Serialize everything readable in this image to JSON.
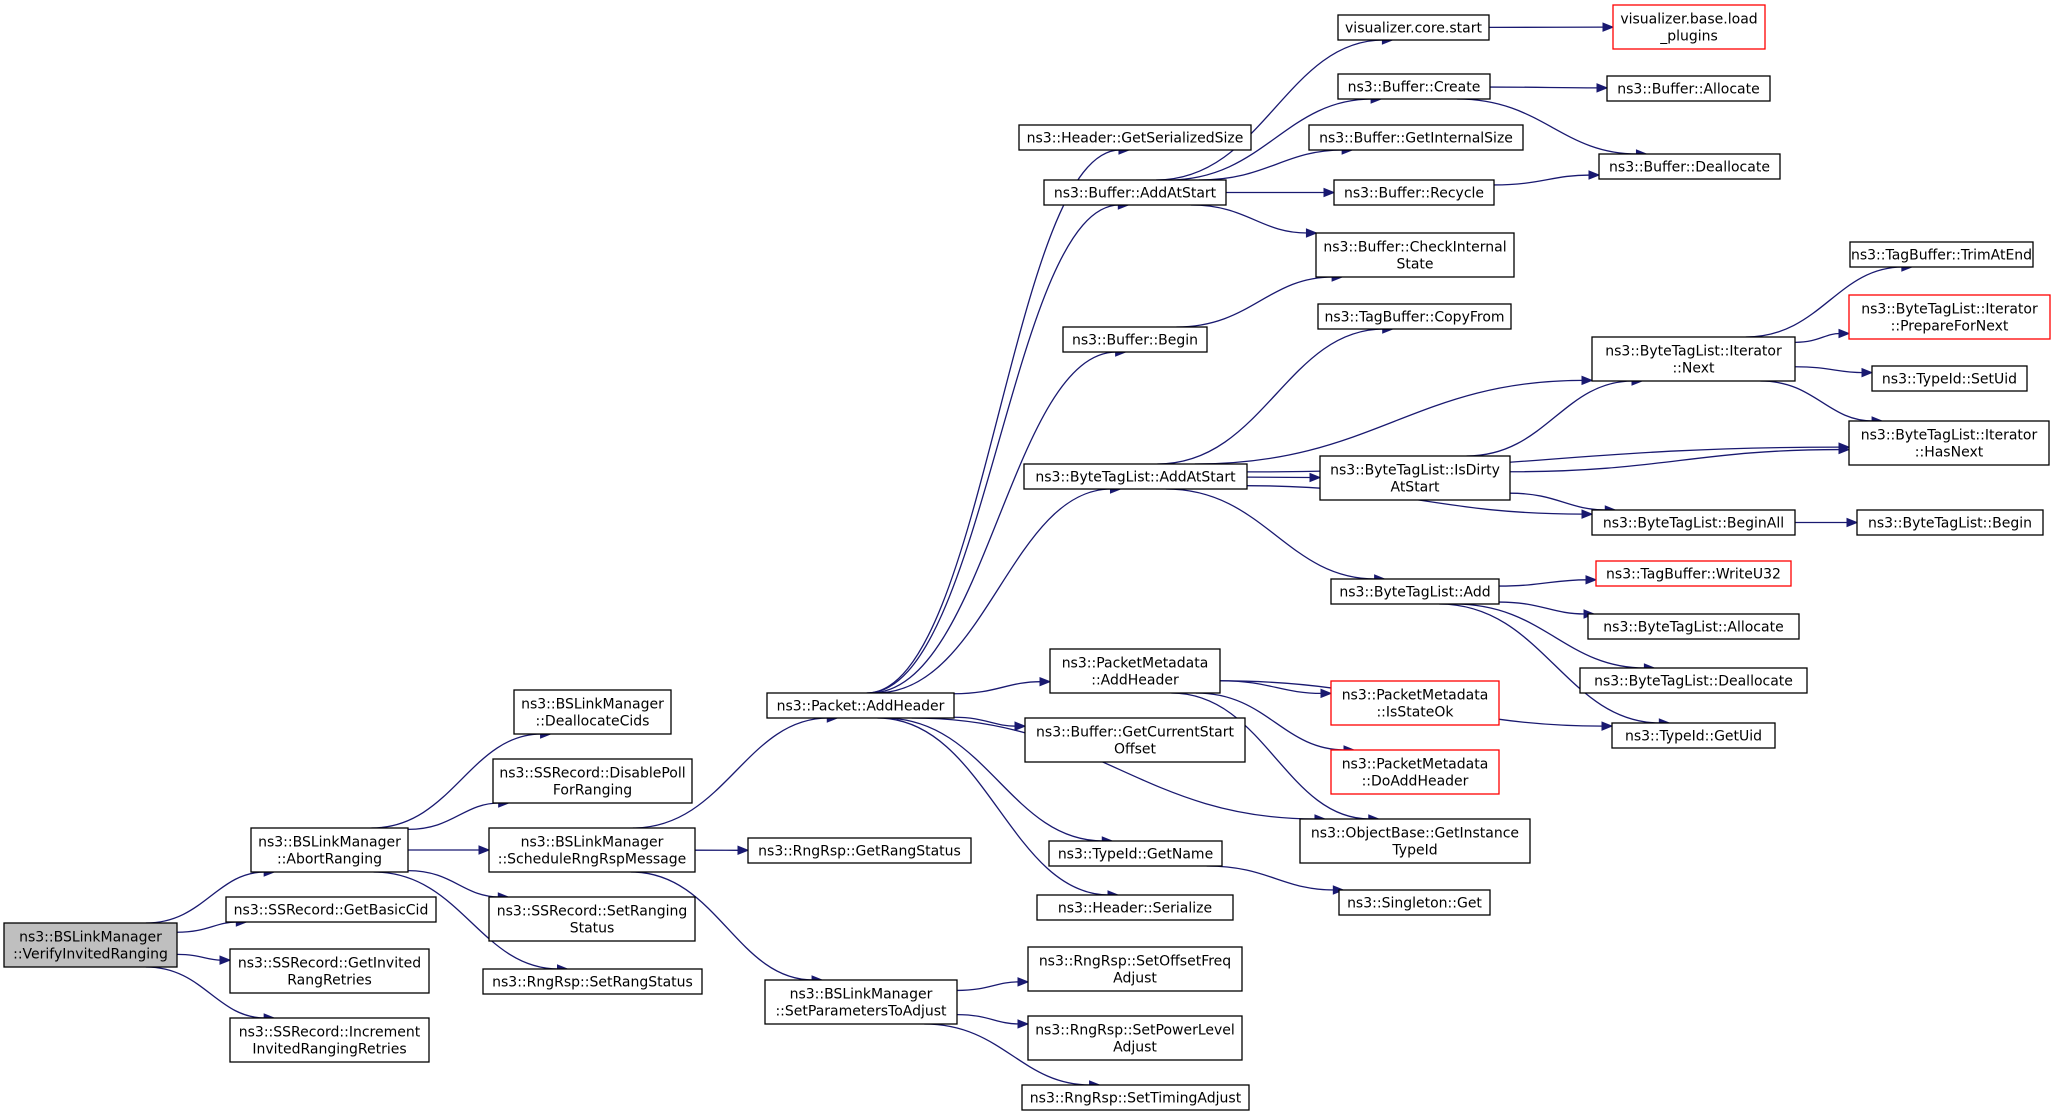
{
  "colors": {
    "edge": "#191970",
    "node_border": "#000000",
    "node_border_truncated": "#ff0000",
    "node_fill": "#ffffff",
    "root_fill": "#bfbfbf"
  },
  "nodes": [
    {
      "id": "verify",
      "lines": [
        "ns3::BSLinkManager",
        "::VerifyInvitedRanging"
      ],
      "style": "root"
    },
    {
      "id": "abort",
      "lines": [
        "ns3::BSLinkManager",
        "::AbortRanging"
      ],
      "style": "normal"
    },
    {
      "id": "getbasiccid",
      "lines": [
        "ns3::SSRecord::GetBasicCid"
      ],
      "style": "normal"
    },
    {
      "id": "getinvited",
      "lines": [
        "ns3::SSRecord::GetInvited",
        "RangRetries"
      ],
      "style": "normal"
    },
    {
      "id": "increment",
      "lines": [
        "ns3::SSRecord::Increment",
        "InvitedRangingRetries"
      ],
      "style": "normal"
    },
    {
      "id": "dealloccids",
      "lines": [
        "ns3::BSLinkManager",
        "::DeallocateCids"
      ],
      "style": "normal"
    },
    {
      "id": "disablepoll",
      "lines": [
        "ns3::SSRecord::DisablePoll",
        "ForRanging"
      ],
      "style": "normal"
    },
    {
      "id": "schedule",
      "lines": [
        "ns3::BSLinkManager",
        "::ScheduleRngRspMessage"
      ],
      "style": "normal"
    },
    {
      "id": "setrangingstatus",
      "lines": [
        "ns3::SSRecord::SetRanging",
        "Status"
      ],
      "style": "normal"
    },
    {
      "id": "setrangstatus",
      "lines": [
        "ns3::RngRsp::SetRangStatus"
      ],
      "style": "normal"
    },
    {
      "id": "addheader",
      "lines": [
        "ns3::Packet::AddHeader"
      ],
      "style": "normal"
    },
    {
      "id": "getrangstatus",
      "lines": [
        "ns3::RngRsp::GetRangStatus"
      ],
      "style": "normal"
    },
    {
      "id": "setparams",
      "lines": [
        "ns3::BSLinkManager",
        "::SetParametersToAdjust"
      ],
      "style": "normal"
    },
    {
      "id": "getserialsize",
      "lines": [
        "ns3::Header::GetSerializedSize"
      ],
      "style": "normal"
    },
    {
      "id": "bufaddatstart",
      "lines": [
        "ns3::Buffer::AddAtStart"
      ],
      "style": "normal"
    },
    {
      "id": "bufbegin",
      "lines": [
        "ns3::Buffer::Begin"
      ],
      "style": "normal"
    },
    {
      "id": "btladdatstart",
      "lines": [
        "ns3::ByteTagList::AddAtStart"
      ],
      "style": "normal"
    },
    {
      "id": "pmaddheader",
      "lines": [
        "ns3::PacketMetadata",
        "::AddHeader"
      ],
      "style": "normal"
    },
    {
      "id": "getcurstart",
      "lines": [
        "ns3::Buffer::GetCurrentStart",
        "Offset"
      ],
      "style": "normal"
    },
    {
      "id": "getname",
      "lines": [
        "ns3::TypeId::GetName"
      ],
      "style": "normal"
    },
    {
      "id": "hdrserialize",
      "lines": [
        "ns3::Header::Serialize"
      ],
      "style": "normal"
    },
    {
      "id": "setoffset",
      "lines": [
        "ns3::RngRsp::SetOffsetFreq",
        "Adjust"
      ],
      "style": "normal"
    },
    {
      "id": "setpower",
      "lines": [
        "ns3::RngRsp::SetPowerLevel",
        "Adjust"
      ],
      "style": "normal"
    },
    {
      "id": "settiming",
      "lines": [
        "ns3::RngRsp::SetTimingAdjust"
      ],
      "style": "normal"
    },
    {
      "id": "vizstart",
      "lines": [
        "visualizer.core.start"
      ],
      "style": "normal"
    },
    {
      "id": "bufcreate",
      "lines": [
        "ns3::Buffer::Create"
      ],
      "style": "normal"
    },
    {
      "id": "bufgetinternal",
      "lines": [
        "ns3::Buffer::GetInternalSize"
      ],
      "style": "normal"
    },
    {
      "id": "bufrecycle",
      "lines": [
        "ns3::Buffer::Recycle"
      ],
      "style": "normal"
    },
    {
      "id": "bufcheck",
      "lines": [
        "ns3::Buffer::CheckInternal",
        "State"
      ],
      "style": "normal"
    },
    {
      "id": "tbcopyfrom",
      "lines": [
        "ns3::TagBuffer::CopyFrom"
      ],
      "style": "normal"
    },
    {
      "id": "btlisdirty",
      "lines": [
        "ns3::ByteTagList::IsDirty",
        "AtStart"
      ],
      "style": "normal"
    },
    {
      "id": "btladd",
      "lines": [
        "ns3::ByteTagList::Add"
      ],
      "style": "normal"
    },
    {
      "id": "pmisstateok",
      "lines": [
        "ns3::PacketMetadata",
        "::IsStateOk"
      ],
      "style": "truncated"
    },
    {
      "id": "pmdoaddheader",
      "lines": [
        "ns3::PacketMetadata",
        "::DoAddHeader"
      ],
      "style": "truncated"
    },
    {
      "id": "objgettid",
      "lines": [
        "ns3::ObjectBase::GetInstance",
        "TypeId"
      ],
      "style": "normal"
    },
    {
      "id": "singletonget",
      "lines": [
        "ns3::Singleton::Get"
      ],
      "style": "normal"
    },
    {
      "id": "vizloadplugins",
      "lines": [
        "visualizer.base.load",
        "_plugins"
      ],
      "style": "truncated"
    },
    {
      "id": "bufallocate",
      "lines": [
        "ns3::Buffer::Allocate"
      ],
      "style": "normal"
    },
    {
      "id": "bufdeallocate",
      "lines": [
        "ns3::Buffer::Deallocate"
      ],
      "style": "normal"
    },
    {
      "id": "btlitnext",
      "lines": [
        "ns3::ByteTagList::Iterator",
        "::Next"
      ],
      "style": "normal"
    },
    {
      "id": "btlbeginall",
      "lines": [
        "ns3::ByteTagList::BeginAll"
      ],
      "style": "normal"
    },
    {
      "id": "tbwriteu32",
      "lines": [
        "ns3::TagBuffer::WriteU32"
      ],
      "style": "truncated"
    },
    {
      "id": "btlallocate",
      "lines": [
        "ns3::ByteTagList::Allocate"
      ],
      "style": "normal"
    },
    {
      "id": "btldeallocate",
      "lines": [
        "ns3::ByteTagList::Deallocate"
      ],
      "style": "normal"
    },
    {
      "id": "tidgetuid",
      "lines": [
        "ns3::TypeId::GetUid"
      ],
      "style": "normal"
    },
    {
      "id": "tbtrimatend",
      "lines": [
        "ns3::TagBuffer::TrimAtEnd"
      ],
      "style": "normal"
    },
    {
      "id": "btlitprepare",
      "lines": [
        "ns3::ByteTagList::Iterator",
        "::PrepareForNext"
      ],
      "style": "truncated"
    },
    {
      "id": "tidsetuid",
      "lines": [
        "ns3::TypeId::SetUid"
      ],
      "style": "normal"
    },
    {
      "id": "btlithasnext",
      "lines": [
        "ns3::ByteTagList::Iterator",
        "::HasNext"
      ],
      "style": "normal"
    },
    {
      "id": "btlbegin",
      "lines": [
        "ns3::ByteTagList::Begin"
      ],
      "style": "normal"
    }
  ],
  "edges": [
    [
      "verify",
      "abort"
    ],
    [
      "verify",
      "getbasiccid"
    ],
    [
      "verify",
      "getinvited"
    ],
    [
      "verify",
      "increment"
    ],
    [
      "abort",
      "dealloccids"
    ],
    [
      "abort",
      "disablepoll"
    ],
    [
      "abort",
      "schedule"
    ],
    [
      "abort",
      "setrangingstatus"
    ],
    [
      "abort",
      "setrangstatus"
    ],
    [
      "schedule",
      "addheader"
    ],
    [
      "schedule",
      "getrangstatus"
    ],
    [
      "schedule",
      "setparams"
    ],
    [
      "addheader",
      "getserialsize"
    ],
    [
      "addheader",
      "bufaddatstart"
    ],
    [
      "addheader",
      "bufbegin"
    ],
    [
      "addheader",
      "btladdatstart"
    ],
    [
      "addheader",
      "pmaddheader"
    ],
    [
      "addheader",
      "getcurstart"
    ],
    [
      "addheader",
      "getname"
    ],
    [
      "addheader",
      "hdrserialize"
    ],
    [
      "addheader",
      "objgettid"
    ],
    [
      "setparams",
      "setoffset"
    ],
    [
      "setparams",
      "setpower"
    ],
    [
      "setparams",
      "settiming"
    ],
    [
      "bufaddatstart",
      "vizstart"
    ],
    [
      "bufaddatstart",
      "bufcreate"
    ],
    [
      "bufaddatstart",
      "bufgetinternal"
    ],
    [
      "bufaddatstart",
      "bufrecycle"
    ],
    [
      "bufaddatstart",
      "bufcheck"
    ],
    [
      "bufbegin",
      "bufcheck"
    ],
    [
      "btladdatstart",
      "tbcopyfrom"
    ],
    [
      "btladdatstart",
      "btlitnext"
    ],
    [
      "btladdatstart",
      "btlithasnext"
    ],
    [
      "btladdatstart",
      "btlisdirty"
    ],
    [
      "btladdatstart",
      "btlbeginall"
    ],
    [
      "btladdatstart",
      "btladd"
    ],
    [
      "pmaddheader",
      "objgettid"
    ],
    [
      "pmaddheader",
      "pmisstateok"
    ],
    [
      "pmaddheader",
      "pmdoaddheader"
    ],
    [
      "pmaddheader",
      "tidgetuid"
    ],
    [
      "getname",
      "singletonget"
    ],
    [
      "vizstart",
      "vizloadplugins"
    ],
    [
      "bufcreate",
      "bufallocate"
    ],
    [
      "bufcreate",
      "bufdeallocate"
    ],
    [
      "bufrecycle",
      "bufdeallocate"
    ],
    [
      "btlisdirty",
      "btlitnext"
    ],
    [
      "btlisdirty",
      "btlithasnext"
    ],
    [
      "btlisdirty",
      "btlbeginall"
    ],
    [
      "btladd",
      "tbwriteu32"
    ],
    [
      "btladd",
      "btlallocate"
    ],
    [
      "btladd",
      "btldeallocate"
    ],
    [
      "btladd",
      "tidgetuid"
    ],
    [
      "btlitnext",
      "tbtrimatend"
    ],
    [
      "btlitnext",
      "btlitprepare"
    ],
    [
      "btlitnext",
      "tidsetuid"
    ],
    [
      "btlitnext",
      "btlithasnext"
    ],
    [
      "btlbeginall",
      "btlbegin"
    ]
  ]
}
